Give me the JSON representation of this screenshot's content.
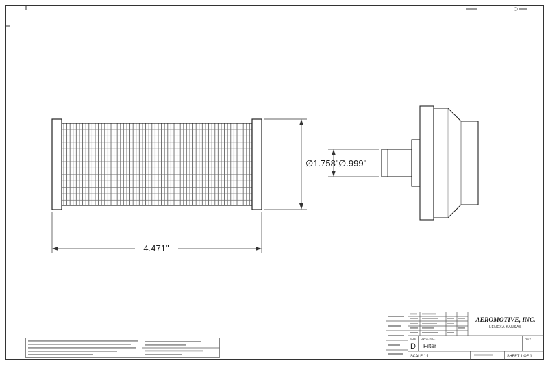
{
  "sheet": {
    "dimensions": {
      "element_diameter": "∅1.758\"",
      "element_length": "4.471\"",
      "inlet_diameter": "∅.999\""
    },
    "title_block": {
      "company": "AEROMOTIVE, INC.",
      "location": "LENEXA KANSAS",
      "size_label": "SIZE",
      "size_value": "D",
      "dwg_no_label": "DWG. NO.",
      "title_value": "Filter",
      "rev_label": "REV",
      "scale_text": "SCALE 1:1",
      "sheet_text": "SHEET 1 OF 1"
    }
  }
}
